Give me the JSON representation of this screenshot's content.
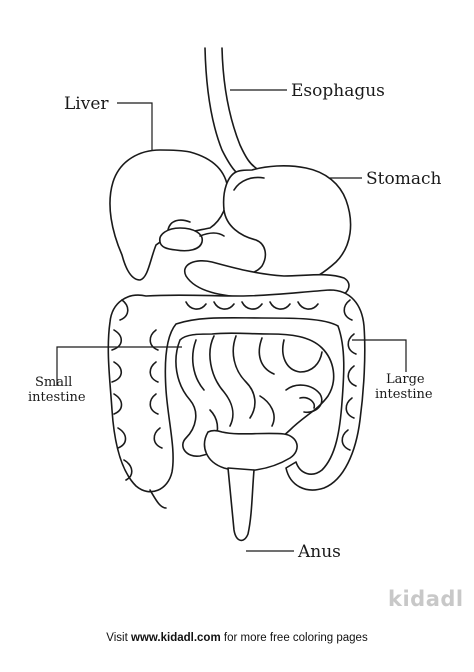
{
  "labels": {
    "esophagus": "Esophagus",
    "liver": "Liver",
    "stomach": "Stomach",
    "small_intestine_line1": "Small",
    "small_intestine_line2": "intestine",
    "large_intestine_line1": "Large",
    "large_intestine_line2": "intestine",
    "anus": "Anus"
  },
  "watermark": "kidadl",
  "footer": {
    "prefix": "Visit ",
    "link": "www.kidadl.com",
    "suffix": " for more free coloring pages"
  }
}
